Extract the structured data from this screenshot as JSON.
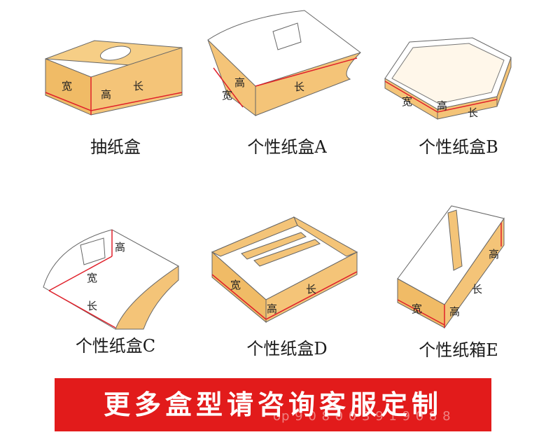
{
  "boxes": [
    {
      "caption": "抽纸盒",
      "w": "宽",
      "h": "高",
      "l": "长"
    },
    {
      "caption": "个性纸盒A",
      "w": "宽",
      "h": "高",
      "l": "长"
    },
    {
      "caption": "个性纸盒B",
      "w": "宽",
      "h": "高",
      "l": "长"
    },
    {
      "caption": "个性纸盒C",
      "w": "宽",
      "h": "高",
      "l": "长"
    },
    {
      "caption": "个性纸盒D",
      "w": "宽",
      "h": "高",
      "l": "长"
    },
    {
      "caption": "个性纸箱E",
      "w": "宽",
      "h": "高",
      "l": "长"
    }
  ],
  "banner": {
    "text": "更多盒型请咨询客服定制",
    "watermark": "op 9 0 8 0 0 3 9 1 9 0 8 8"
  },
  "colors": {
    "cardboard": "#f4c478",
    "cardboard_dark": "#e3a94c",
    "inner": "#ffffff",
    "outline": "#555555",
    "dimension_line": "#e0202a",
    "banner_red": "#e21b1b"
  }
}
